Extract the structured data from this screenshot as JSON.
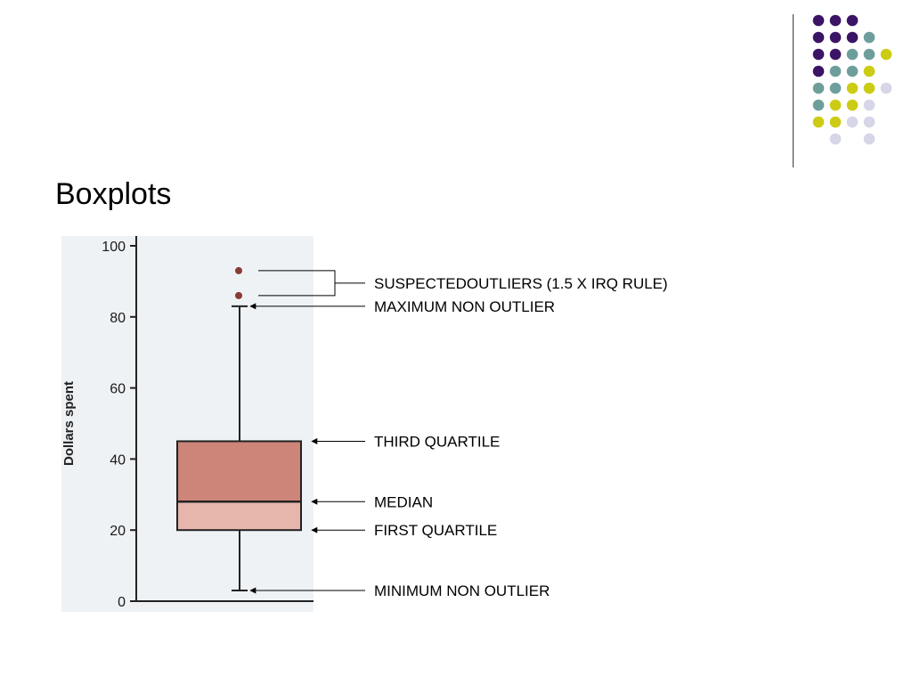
{
  "slide": {
    "title": "Boxplots"
  },
  "decoration": {
    "dot_grid": [
      [
        0,
        0,
        0,
        null,
        null
      ],
      [
        0,
        0,
        0,
        1,
        null
      ],
      [
        0,
        0,
        1,
        1,
        2
      ],
      [
        0,
        1,
        1,
        2,
        null
      ],
      [
        1,
        1,
        2,
        2,
        3
      ],
      [
        1,
        2,
        2,
        3,
        null
      ],
      [
        2,
        2,
        3,
        3,
        null
      ],
      [
        null,
        3,
        null,
        3,
        null
      ]
    ],
    "dot_colors": [
      "#3b1466",
      "#6e9e9c",
      "#cccc14",
      "#d6d6e8"
    ]
  },
  "chart_data": {
    "type": "box",
    "ylabel": "Dollars spent",
    "ylim": [
      0,
      100
    ],
    "yticks": [
      0,
      20,
      40,
      60,
      80,
      100
    ],
    "box": {
      "min": 3,
      "q1": 20,
      "median": 28,
      "q3": 45,
      "max": 83,
      "outliers": [
        86,
        93
      ]
    },
    "colors": {
      "background": "#eef2f5",
      "box_upper": "#cd8479",
      "box_lower": "#e6b6ad",
      "outlier": "#8a3a35",
      "line": "#222222"
    },
    "annotations": [
      {
        "label": "SUSPECTEDOUTLIERS (1.5 X IRQ RULE)",
        "target": "outliers"
      },
      {
        "label": "MAXIMUM NON OUTLIER",
        "target": "max"
      },
      {
        "label": "THIRD QUARTILE",
        "target": "q3"
      },
      {
        "label": "MEDIAN",
        "target": "median"
      },
      {
        "label": "FIRST QUARTILE",
        "target": "q1"
      },
      {
        "label": "MINIMUM NON OUTLIER",
        "target": "min"
      }
    ]
  }
}
